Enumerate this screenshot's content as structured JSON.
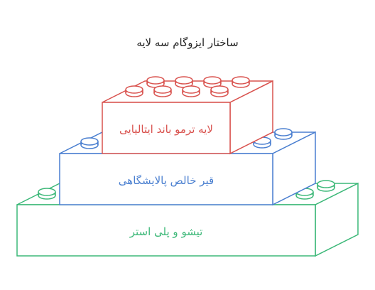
{
  "title": "ساختار ایزوگام سه لایه",
  "layers": [
    {
      "label": "لایه ترمو باند ایتالیایی",
      "color": "#d9534f"
    },
    {
      "label": "قیر خالص پالایشگاهی",
      "color": "#4a7fd0"
    },
    {
      "label": "تیشو و پلی استر",
      "color": "#3cb878"
    }
  ]
}
